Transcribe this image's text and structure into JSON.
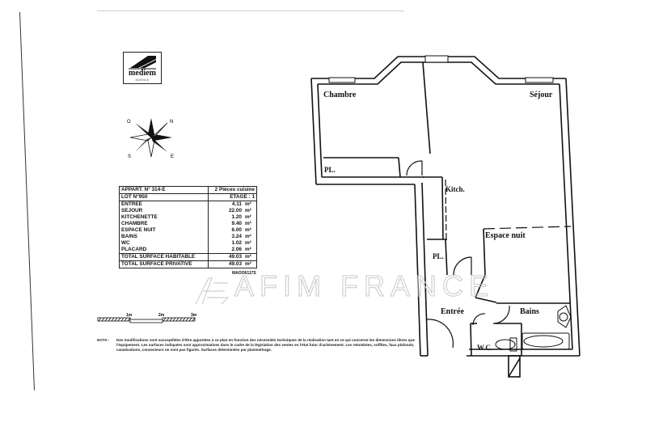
{
  "logo": {
    "name": "mediem",
    "subtitle": "AGENCE"
  },
  "compass": {
    "labels": [
      "O",
      "N",
      "S",
      "E"
    ]
  },
  "surface_table": {
    "header": [
      {
        "label": "APPART. N° 314-E",
        "value": "2 Pièces cuisine"
      },
      {
        "label": "LOT N°950",
        "value": "ETAGE : 1"
      }
    ],
    "rows": [
      {
        "label": "ENTREE",
        "value": "4.11",
        "unit": "m²"
      },
      {
        "label": "SEJOUR",
        "value": "22.00",
        "unit": "m²"
      },
      {
        "label": "KITCHENETTE",
        "value": "1.20",
        "unit": "m²"
      },
      {
        "label": "CHAMBRE",
        "value": "9.40",
        "unit": "m²"
      },
      {
        "label": "ESPACE NUIT",
        "value": "6.00",
        "unit": "m²"
      },
      {
        "label": "BAINS",
        "value": "3.24",
        "unit": "m²"
      },
      {
        "label": "WC",
        "value": "1.02",
        "unit": "m²"
      },
      {
        "label": "PLACARD",
        "value": "2.06",
        "unit": "m²"
      }
    ],
    "totals": [
      {
        "label": "TOTAL SURFACE HABITABLE",
        "value": "49.03",
        "unit": "m²"
      },
      {
        "label": "TOTAL SURFACE PRIVATIVE",
        "value": "49.03",
        "unit": "m²"
      }
    ],
    "reference": "MAOO6117S"
  },
  "scale_bar": {
    "labels": [
      "1m",
      "2m",
      "3m"
    ]
  },
  "note": {
    "label": "NOTA :",
    "text": "Des modifications sont susceptibles d'être apportées à ce plan en fonction des nécessités techniques de la réalisation tant en ce qui concerne les dimensions libres que l'équipement. Les surfaces indiquées sont approximatives dans le cadre de la législation des ventes en l'état futur d'achèvement. Les retombées, soffites, faux plafonds, canalisations, convecteurs ne sont pas figurés. Surfaces déterminées par planimétrage."
  },
  "watermark": {
    "text": "AFIM FRANCE"
  },
  "plan": {
    "rooms": {
      "chambre": "Chambre",
      "sejour": "Séjour",
      "placard_1": "PL.",
      "kitchenette": "Kitch.",
      "placard_2": "PL.",
      "espace_nuit": "Espace nuit",
      "entree": "Entrée",
      "bains": "Bains",
      "wc": "W.C."
    }
  }
}
